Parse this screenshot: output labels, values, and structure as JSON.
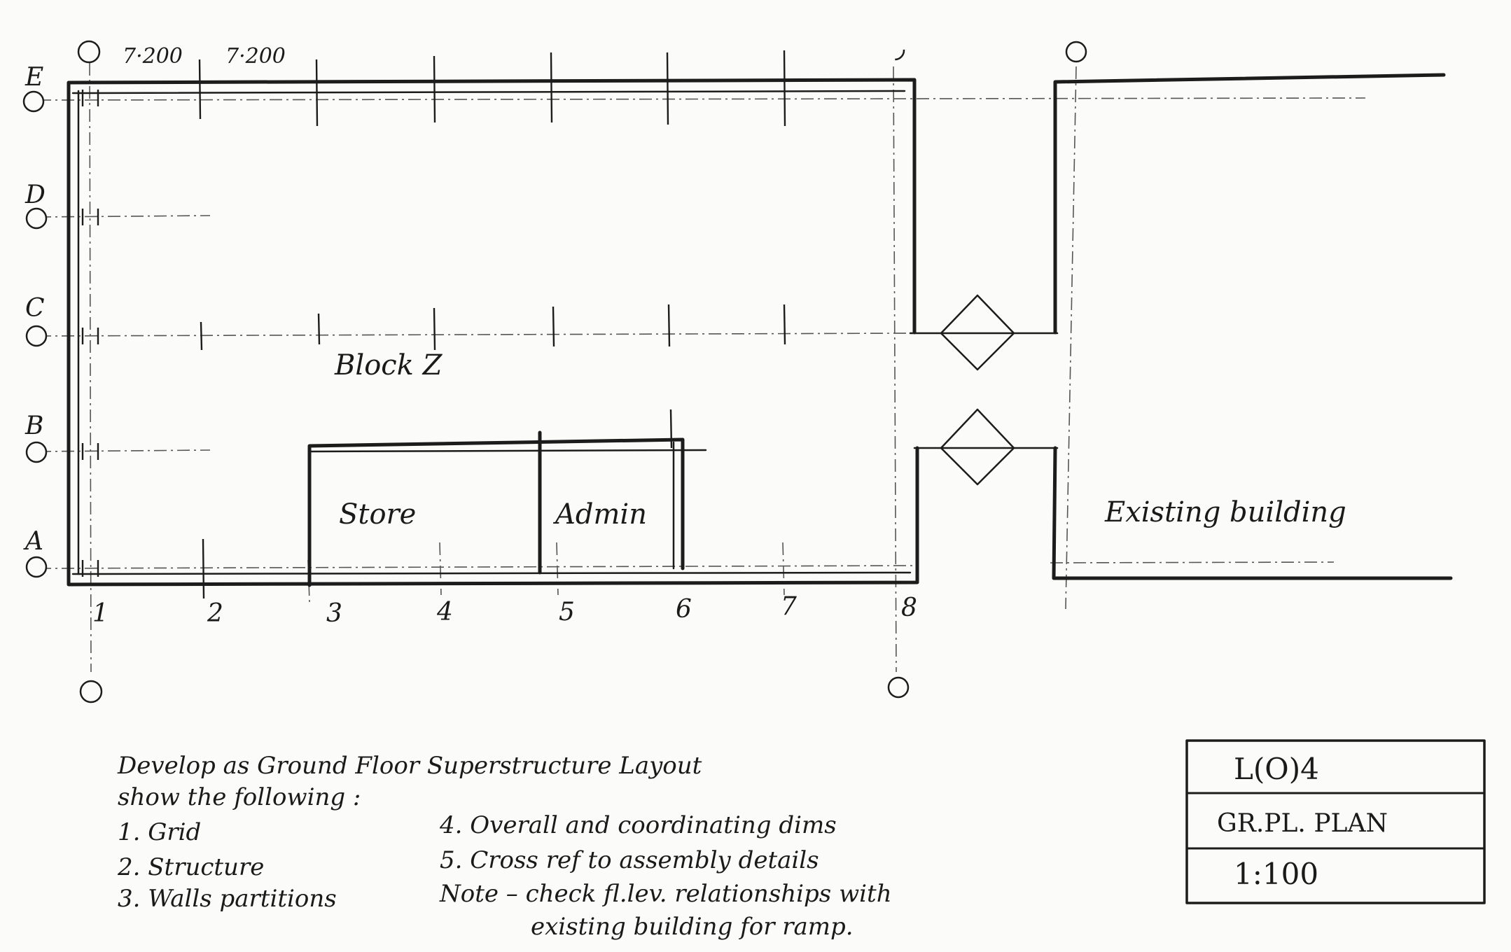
{
  "plan": {
    "dims": [
      "7·200",
      "7·200"
    ],
    "row_labels": [
      "E",
      "D",
      "C",
      "B",
      "A"
    ],
    "column_labels": [
      "1",
      "2",
      "3",
      "4",
      "5",
      "6",
      "7",
      "8"
    ],
    "rooms": {
      "block": "Block Z",
      "store": "Store",
      "admin": "Admin",
      "existing": "Existing building"
    }
  },
  "notes": {
    "heading": "Develop as Ground Floor Superstructure Layout",
    "subheading": "show the following :",
    "items": [
      "1. Grid",
      "2. Structure",
      "3. Walls partitions",
      "4. Overall and coordinating dims",
      "5. Cross ref to assembly details"
    ],
    "note_line1": "Note – check fl.lev. relationships with",
    "note_line2": "existing building for ramp."
  },
  "title_block": {
    "drawing_no": "L(O)4",
    "title": "GR.PL. PLAN",
    "scale": "1:100"
  }
}
